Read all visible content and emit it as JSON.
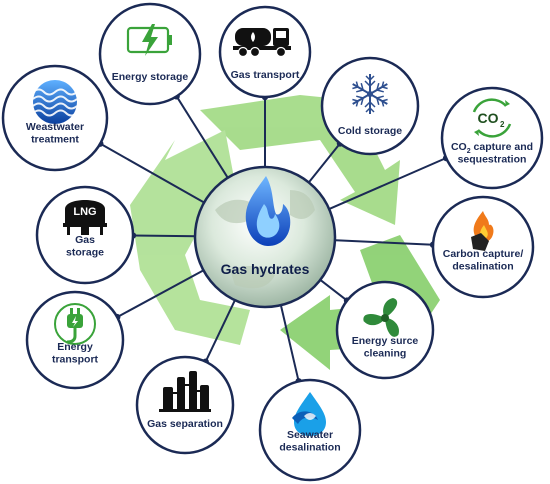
{
  "center": {
    "label": "Gas hydrates",
    "icon": "blue-flame-icon"
  },
  "colors": {
    "node_stroke": "#1b2a55",
    "link": "#1b2a55",
    "recycle": "#8fd66a",
    "center_fill": "#dff3d4"
  },
  "applications": [
    {
      "id": "energy-storage",
      "lines": [
        "Energy storage"
      ],
      "icon": "battery-bolt-icon"
    },
    {
      "id": "gas-transport",
      "lines": [
        "Gas transport"
      ],
      "icon": "tanker-truck-icon"
    },
    {
      "id": "cold-storage",
      "lines": [
        "Cold storage"
      ],
      "icon": "snowflake-icon"
    },
    {
      "id": "co2-capture",
      "lines": [
        "CO",
        "capture and",
        "sequestration"
      ],
      "subscript": "2",
      "icon": "co2-cycle-icon"
    },
    {
      "id": "carbon-capture",
      "lines": [
        "Carbon capture/",
        "desalination"
      ],
      "icon": "coal-fire-icon"
    },
    {
      "id": "energy-cleaning",
      "lines": [
        "Energy surce",
        "cleaning"
      ],
      "icon": "fan-icon"
    },
    {
      "id": "seawater-desal",
      "lines": [
        "Seawater",
        "desalination"
      ],
      "icon": "water-drop-icon"
    },
    {
      "id": "gas-separation",
      "lines": [
        "Gas separation"
      ],
      "icon": "refinery-icon"
    },
    {
      "id": "energy-transport",
      "lines": [
        "Energy",
        "transport"
      ],
      "icon": "power-plug-icon"
    },
    {
      "id": "gas-storage",
      "lines": [
        "Gas",
        "storage"
      ],
      "icon": "lng-tank-icon"
    },
    {
      "id": "wastewater",
      "lines": [
        "Weastwater",
        "treatment"
      ],
      "icon": "water-waves-icon"
    }
  ],
  "lng_text": "LNG",
  "co2_icon_text": "CO",
  "co2_icon_sub": "2"
}
